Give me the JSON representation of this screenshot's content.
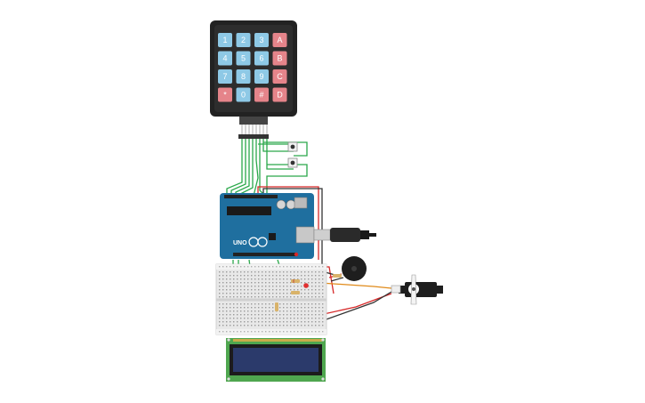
{
  "keypad": {
    "rows": [
      [
        "1",
        "2",
        "3",
        "A"
      ],
      [
        "4",
        "5",
        "6",
        "B"
      ],
      [
        "7",
        "8",
        "9",
        "C"
      ],
      [
        "*",
        "0",
        "#",
        "D"
      ]
    ],
    "colors": {
      "digit": "#8ec9e6",
      "letter": "#e5848a",
      "body": "#222222"
    }
  },
  "arduino": {
    "board_label": "UNO",
    "color": "#1f6f9f"
  },
  "colors": {
    "wire_green": "#2aa84a",
    "wire_red": "#d62828",
    "wire_black": "#222222",
    "wire_orange": "#e08a1a",
    "lcd_frame": "#4fa64f",
    "lcd_screen": "#2b3a6b"
  }
}
